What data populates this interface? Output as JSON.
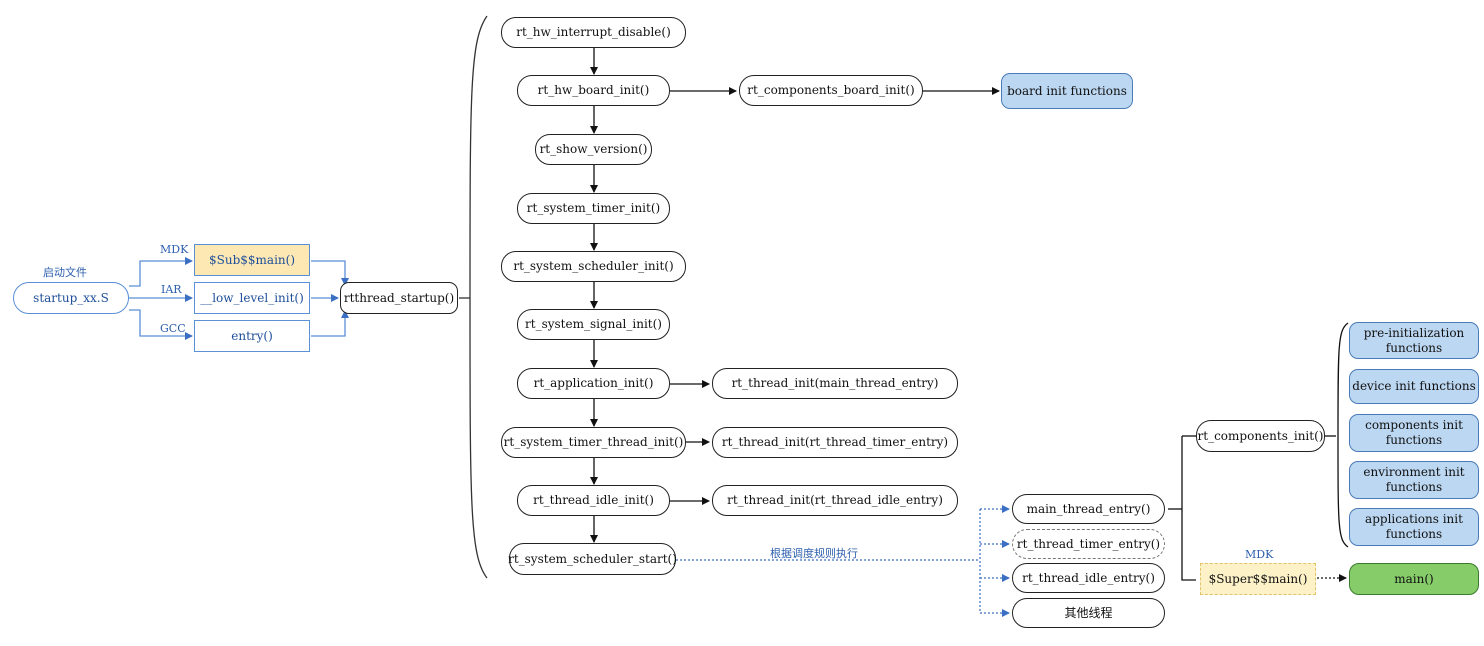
{
  "labels": {
    "startup_file": "启动文件",
    "mdk": "MDK",
    "iar": "IAR",
    "gcc": "GCC",
    "schedule_note": "根据调度规则执行",
    "mdk2": "MDK"
  },
  "startup": {
    "file": "startup_xx.S",
    "mdk_entry": "$Sub$$main()",
    "iar_entry": "__low_level_init()",
    "gcc_entry": "entry()",
    "rtthread_startup": "rtthread_startup()"
  },
  "init_chain": [
    "rt_hw_interrupt_disable()",
    "rt_hw_board_init()",
    "rt_show_version()",
    "rt_system_timer_init()",
    "rt_system_scheduler_init()",
    "rt_system_signal_init()",
    "rt_application_init()",
    "rt_system_timer_thread_init()",
    "rt_thread_idle_init()",
    "rt_system_scheduler_start()"
  ],
  "board": {
    "components_board_init": "rt_components_board_init()",
    "board_init_functions": "board init functions"
  },
  "thread_inits": [
    "rt_thread_init(main_thread_entry)",
    "rt_thread_init(rt_thread_timer_entry)",
    "rt_thread_init(rt_thread_idle_entry)"
  ],
  "threads": [
    "main_thread_entry()",
    "rt_thread_timer_entry()",
    "rt_thread_idle_entry()",
    "其他线程"
  ],
  "components": {
    "components_init": "rt_components_init()",
    "functions": [
      "pre-initialization functions",
      "device init functions",
      "components init functions",
      "environment init functions",
      "applications init functions"
    ],
    "super_main": "$Super$$main()",
    "main": "main()"
  },
  "colors": {
    "blue_box": "#bcd7f2",
    "green_box": "#86cd6a",
    "yellow_box": "#fde8b4",
    "accent_blue": "#2d5fae"
  }
}
